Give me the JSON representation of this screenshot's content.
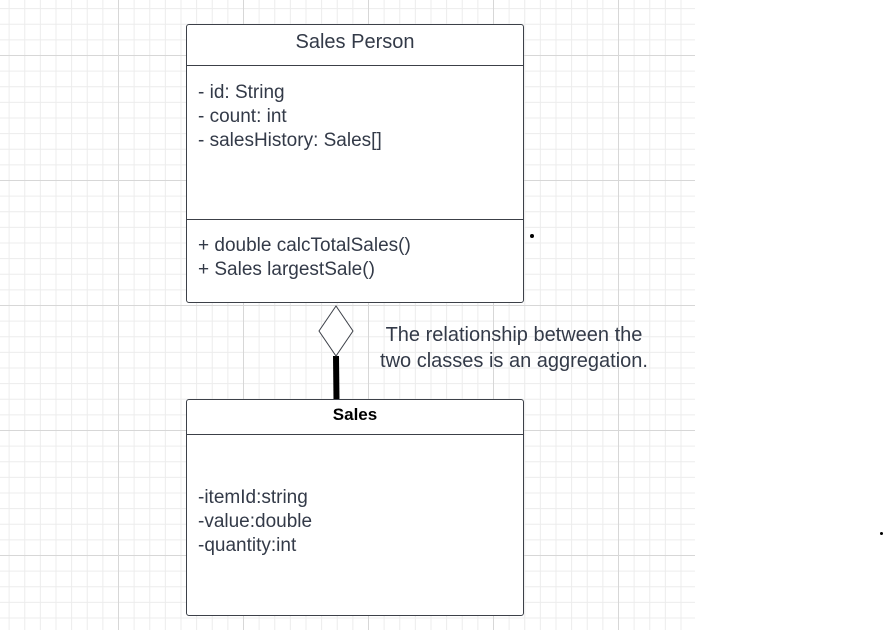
{
  "sales_person_class": {
    "name": "Sales Person",
    "attributes": [
      "- id: String",
      "- count: int",
      "- salesHistory: Sales[]"
    ],
    "methods": [
      "+ double calcTotalSales()",
      "+ Sales largestSale()"
    ]
  },
  "sales_class": {
    "name": "Sales",
    "attributes": [
      "-itemId:string",
      "-value:double",
      "-quantity:int"
    ]
  },
  "relationship": {
    "type": "aggregation",
    "note_lines": [
      "The relationship between the",
      "two classes is an aggregation."
    ]
  }
}
